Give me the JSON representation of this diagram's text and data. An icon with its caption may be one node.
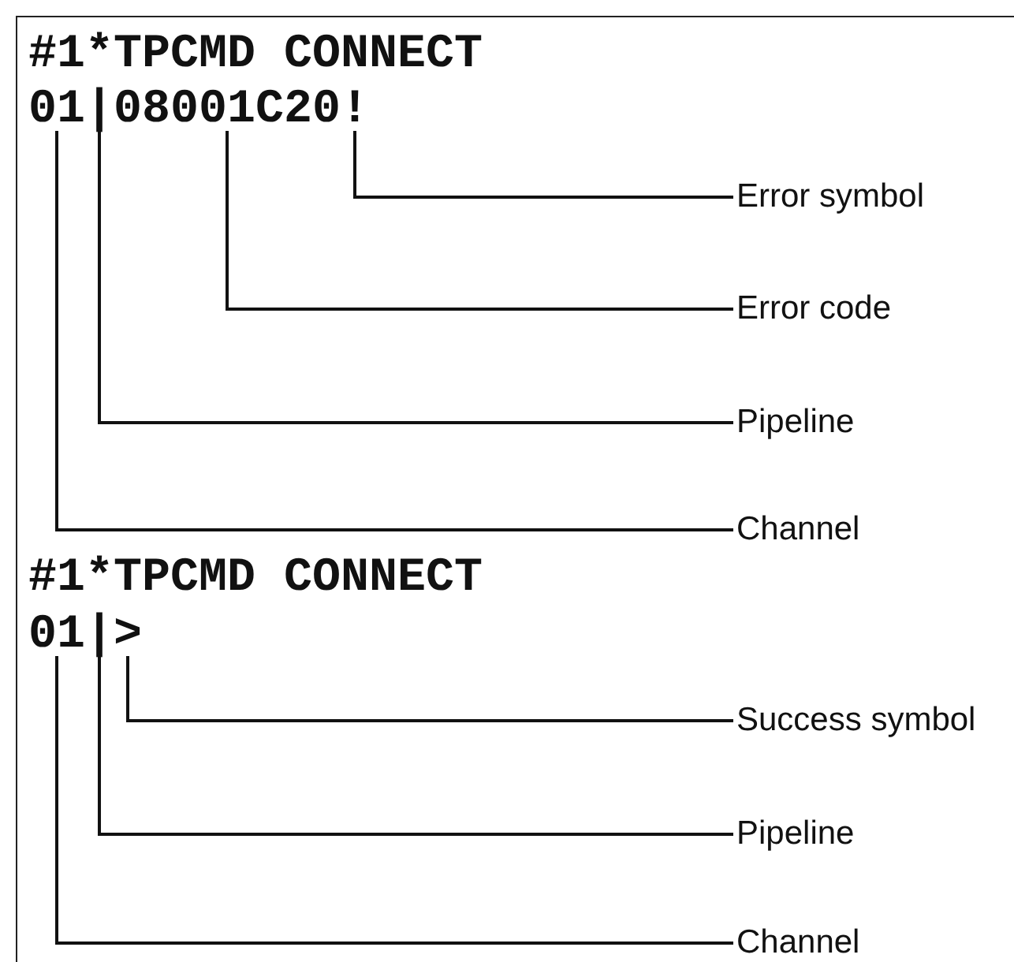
{
  "diagram": {
    "nodes": [
      {
        "text": [
          "01"
        ]
      },
      {
        "text": [
          "|"
        ]
      },
      {
        "text": [
          "08001C20"
        ]
      },
      {
        "text": [
          "!"
        ]
      },
      {
        "text": [
          "Error symbol"
        ]
      },
      {
        "text": [
          "Error code"
        ]
      },
      {
        "text": [
          "Pipeline"
        ]
      },
      {
        "text": [
          "Channel"
        ]
      },
      {
        "text": [
          "01"
        ]
      },
      {
        "text": [
          "|"
        ]
      },
      {
        "text": [
          ">"
        ]
      },
      {
        "text": [
          "Success symbol"
        ]
      },
      {
        "text": [
          "Pipeline"
        ]
      },
      {
        "text": [
          "Channel"
        ]
      }
    ],
    "edges": [
      {
        "from": 4,
        "to": 3,
        "arrow": "none"
      },
      {
        "from": 5,
        "to": 2,
        "arrow": "none"
      },
      {
        "from": 6,
        "to": 1,
        "arrow": "none"
      },
      {
        "from": 7,
        "to": 0,
        "arrow": "none"
      },
      {
        "from": 11,
        "to": 10,
        "arrow": "none"
      },
      {
        "from": 12,
        "to": 9,
        "arrow": "none"
      },
      {
        "from": 13,
        "to": 8,
        "arrow": "none"
      }
    ],
    "labels": [
      "#1*TPCMD CONNECT",
      "#1*TPCMD CONNECT"
    ]
  }
}
